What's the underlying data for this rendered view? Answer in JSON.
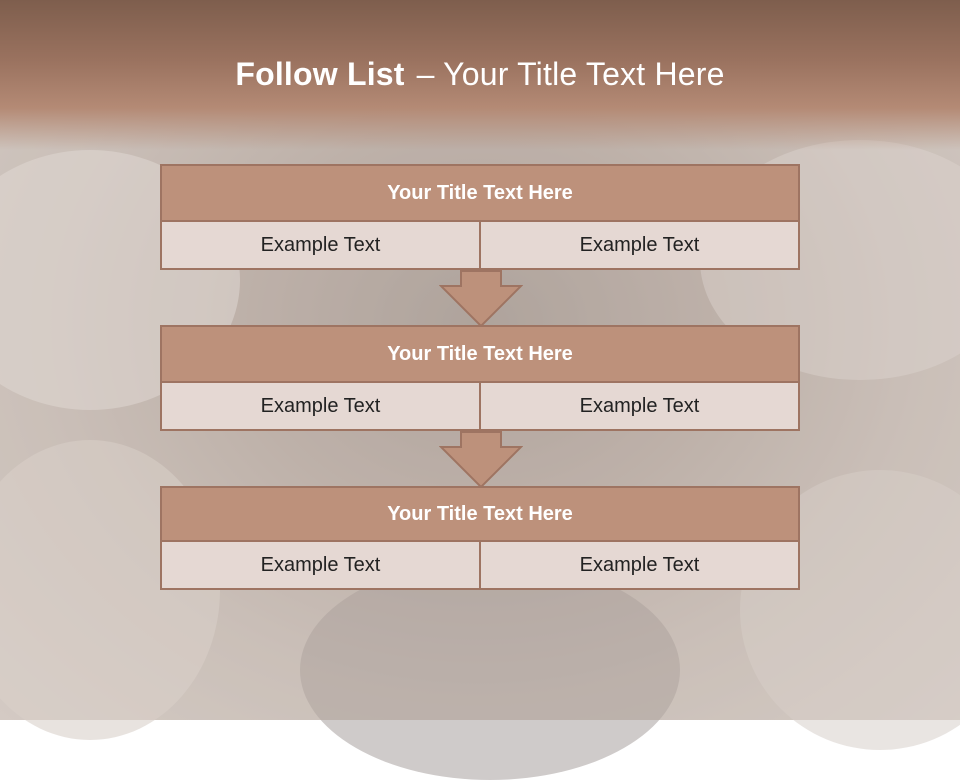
{
  "slide": {
    "title_bold": "Follow List",
    "title_rest": "– Your Title Text Here"
  },
  "blocks": [
    {
      "heading": "Your Title Text Here",
      "left": "Example Text",
      "right": "Example Text"
    },
    {
      "heading": "Your Title Text Here",
      "left": "Example Text",
      "right": "Example Text"
    },
    {
      "heading": "Your Title Text Here",
      "left": "Example Text",
      "right": "Example Text"
    }
  ],
  "colors": {
    "header": "#9a725f",
    "block_head": "#bd917b",
    "block_cell": "#e5d8d3",
    "border": "#9e7462"
  }
}
